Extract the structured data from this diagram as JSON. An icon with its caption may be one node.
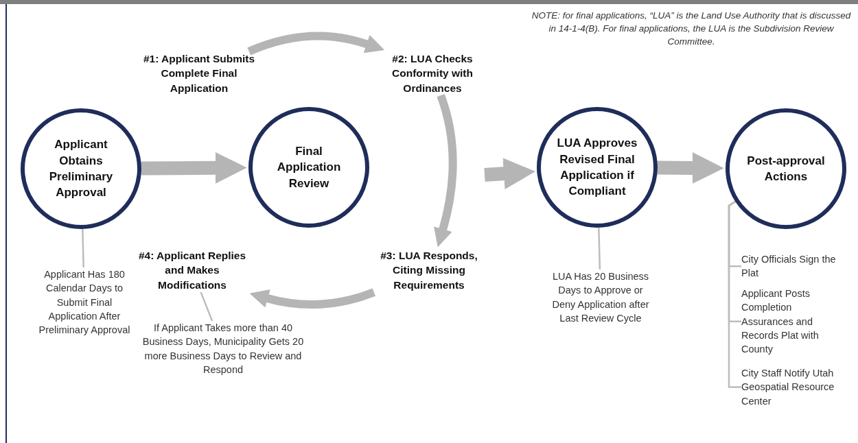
{
  "diagram": {
    "nodes": [
      {
        "text": [
          "Applicant Obtains Preliminary Approval"
        ]
      },
      {
        "text": [
          "Final Application Review"
        ]
      },
      {
        "text": [
          "LUA Approves Revised Final Application if Compliant"
        ]
      },
      {
        "text": [
          "Post-approval Actions"
        ]
      },
      {
        "text": [
          "#1: Applicant Submits Complete Final Application"
        ]
      },
      {
        "text": [
          "#2: LUA Checks Conformity with Ordinances"
        ]
      },
      {
        "text": [
          "#3: LUA Responds, Citing Missing Requirements"
        ]
      },
      {
        "text": [
          "#4: Applicant Replies and Makes Modifications"
        ]
      },
      {
        "text": [
          "Applicant Has 180 Calendar Days to Submit Final Application After Preliminary Approval"
        ]
      },
      {
        "text": [
          "If Applicant Takes more than 40 Business Days, Municipality Gets 20 more Business Days to Review and Respond"
        ]
      },
      {
        "text": [
          "LUA Has 20 Business Days to Approve or Deny Application after Last Review Cycle"
        ]
      },
      {
        "text": [
          "City Officials Sign the Plat"
        ]
      },
      {
        "text": [
          "Applicant Posts Completion Assurances and Records Plat with County"
        ]
      },
      {
        "text": [
          "City Staff Notify Utah Geospatial Resource Center"
        ]
      }
    ],
    "edges": [
      {
        "from": 0,
        "to": 1,
        "arrow": "to",
        "style": "thick"
      },
      {
        "from": 4,
        "to": 5,
        "arrow": "to",
        "style": "thick"
      },
      {
        "from": 5,
        "to": 6,
        "arrow": "to",
        "style": "thick"
      },
      {
        "from": 6,
        "to": 7,
        "arrow": "to",
        "style": "thick"
      },
      {
        "from": null,
        "to": 2,
        "arrow": "to",
        "style": "thick"
      },
      {
        "from": 2,
        "to": 3,
        "arrow": "to",
        "style": "thick"
      },
      {
        "from": 0,
        "to": 8,
        "arrow": "none"
      },
      {
        "from": 7,
        "to": 9,
        "arrow": "none"
      },
      {
        "from": 2,
        "to": 10,
        "arrow": "none"
      },
      {
        "from": 3,
        "to": 11,
        "arrow": "none"
      },
      {
        "from": 3,
        "to": 12,
        "arrow": "none"
      },
      {
        "from": 3,
        "to": 13,
        "arrow": "none"
      }
    ],
    "labels": [
      "NOTE: for final applications, “LUA” is the Land Use Authority that is discussed in 14-1-4(B).  For final applications, the LUA is the Subdivision Review Committee."
    ]
  }
}
